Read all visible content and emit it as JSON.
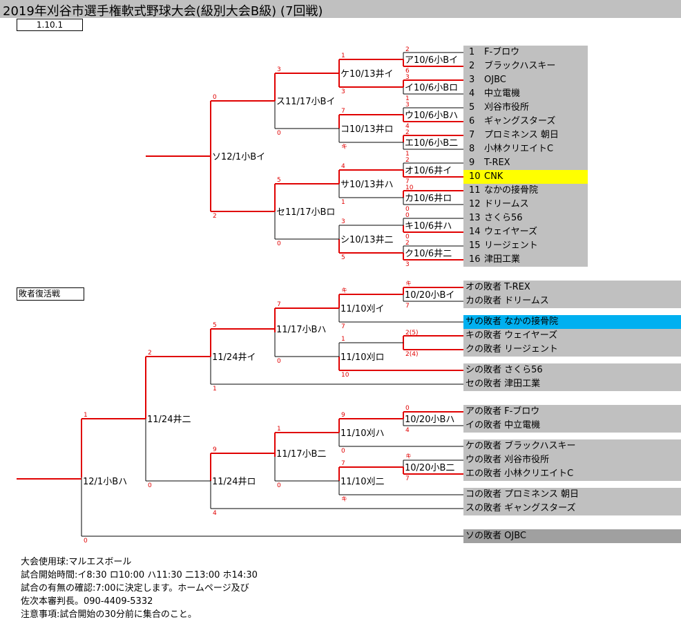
{
  "title": "2019年刈谷市選手権軟式野球大会(級別大会B級) (7回戦)",
  "version": "1.10.1",
  "consolation_label": "敗者復活戦",
  "colors": {
    "win_line": "#e00000",
    "lose_line": "#000000",
    "team_bg": "#c0c0c0",
    "highlight_yellow": "#ffff00",
    "highlight_blue": "#00b0f0",
    "dark_bg": "#a0a0a0"
  },
  "teams": [
    {
      "no": "1",
      "name": "F-ブロウ"
    },
    {
      "no": "2",
      "name": "ブラックハスキー"
    },
    {
      "no": "3",
      "name": "OJBC"
    },
    {
      "no": "4",
      "name": "中立電機"
    },
    {
      "no": "5",
      "name": "刈谷市役所"
    },
    {
      "no": "6",
      "name": "ギャングスターズ"
    },
    {
      "no": "7",
      "name": "プロミネンス 朝日"
    },
    {
      "no": "8",
      "name": "小林クリエイトC"
    },
    {
      "no": "9",
      "name": "T-REX"
    },
    {
      "no": "10",
      "name": "CNK",
      "highlight": "yellow"
    },
    {
      "no": "11",
      "name": "なかの接骨院"
    },
    {
      "no": "12",
      "name": "ドリームス"
    },
    {
      "no": "13",
      "name": "さくら56"
    },
    {
      "no": "14",
      "name": "ウェイヤーズ"
    },
    {
      "no": "15",
      "name": "リージェント"
    },
    {
      "no": "16",
      "name": "津田工業"
    }
  ],
  "consolation_rows": [
    {
      "text": "オの敗者 T-REX"
    },
    {
      "text": "カの敗者 ドリームス"
    },
    {
      "text": "サの敗者 なかの接骨院",
      "highlight": "blue"
    },
    {
      "text": "キの敗者 ウェイヤーズ"
    },
    {
      "text": "クの敗者 リージェント"
    },
    {
      "text": "シの敗者 さくら56"
    },
    {
      "text": "セの敗者 津田工業"
    },
    {
      "text": "アの敗者 F-ブロウ"
    },
    {
      "text": "イの敗者 中立電機"
    },
    {
      "text": "ケの敗者 ブラックハスキー"
    },
    {
      "text": "ウの敗者 刈谷市役所"
    },
    {
      "text": "エの敗者 小林クリエイトC"
    },
    {
      "text": "コの敗者 プロミネンス 朝日"
    },
    {
      "text": "スの敗者 ギャングスターズ"
    },
    {
      "text": "ソの敗者 OJBC",
      "highlight": "dark"
    }
  ],
  "matches": {
    "r1": [
      "ア10/6小Bイ",
      "イ10/6小Bロ",
      "ウ10/6小Bハ",
      "エ10/6小B二",
      "オ10/6井イ",
      "カ10/6井ロ",
      "キ10/6井ハ",
      "ク10/6井二"
    ],
    "r2": [
      "ケ10/13井イ",
      "コ10/13井ロ",
      "サ10/13井ハ",
      "シ10/13井二"
    ],
    "r3": [
      "ス11/17小Bイ",
      "セ11/17小Bロ"
    ],
    "final": "ソ12/1小Bイ",
    "cons_r1": [
      "10/20小Bイ",
      "10/20小Bハ",
      "10/20小B二"
    ],
    "cons_r2": [
      "11/10刈イ",
      "11/10刈ロ",
      "11/10刈ハ",
      "11/10刈二"
    ],
    "cons_r3": [
      "11/17小Bハ",
      "11/17小B二"
    ],
    "cons_r4": [
      "11/24井イ",
      "11/24井ロ"
    ],
    "cons_r5": "11/24井二",
    "cons_final": "12/1小Bハ"
  },
  "scores": {
    "r1": [
      [
        "2",
        "6"
      ],
      [
        "3",
        "1"
      ],
      [
        "3",
        "4"
      ],
      [
        "2",
        "1"
      ],
      [
        "2",
        "7"
      ],
      [
        "10",
        "0"
      ],
      [
        "0",
        "0"
      ],
      [
        "2",
        "3"
      ]
    ],
    "r2": [
      [
        "1",
        "3"
      ],
      [
        "7",
        "キ"
      ],
      [
        "4",
        "1"
      ],
      [
        "3",
        "5"
      ]
    ],
    "r3": [
      [
        "3",
        "0"
      ],
      [
        "5",
        "0"
      ]
    ],
    "final": [
      "0",
      "2"
    ],
    "cons_r1": [
      [
        "キ",
        "7"
      ],
      [
        "0",
        "4"
      ],
      [
        "キ",
        "7"
      ]
    ],
    "cons_extra": [
      "2(5)",
      "2(4)"
    ],
    "cons_r2": [
      [
        "キ",
        "7"
      ],
      [
        "1",
        "10"
      ],
      [
        "9",
        "0"
      ],
      [
        "7",
        "キ"
      ]
    ],
    "cons_r3": [
      [
        "7",
        "0"
      ],
      [
        "1",
        "0"
      ]
    ],
    "cons_r4": [
      [
        "5",
        "1"
      ],
      [
        "9",
        "4"
      ]
    ],
    "cons_r5": [
      "2",
      "0"
    ],
    "cons_final": [
      "1",
      "0"
    ]
  },
  "notes": [
    "大会使用球:マルエスボール",
    "試合開始時間:イ8:30 ロ10:00 ハ11:30 二13:00 ホ14:30",
    "試合の有無の確認:7:00に決定します。ホームページ及び",
    "佐次本審判長。090-4409-5332",
    "注意事項:試合開始の30分前に集合のこと。"
  ]
}
